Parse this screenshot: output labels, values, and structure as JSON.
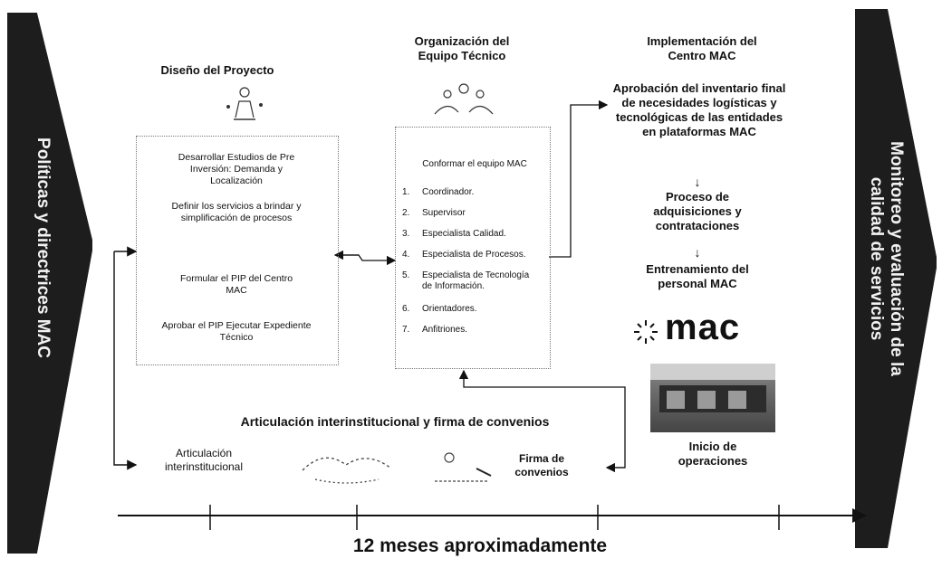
{
  "left_band": {
    "text": "Políticas y directrices MAC"
  },
  "right_band": {
    "text_lines": [
      "Monitoreo y evaluación de la",
      "calidad de servicios"
    ]
  },
  "diseno": {
    "title": "Diseño del Proyecto",
    "steps": [
      "Desarrollar Estudios de Pre Inversión: Demanda y Localización",
      "Definir los servicios a brindar y simplificación de procesos",
      "Formular el PIP del Centro MAC",
      "Aprobar el PIP Ejecutar Expediente Técnico"
    ]
  },
  "organizacion": {
    "title_lines": [
      "Organización del",
      "Equipo Técnico"
    ],
    "heading": "Conformar el equipo MAC",
    "items": [
      {
        "num": "1.",
        "text": "Coordinador."
      },
      {
        "num": "2.",
        "text": "Supervisor"
      },
      {
        "num": "3.",
        "text": "Especialista Calidad."
      },
      {
        "num": "4.",
        "text": "Especialista de Procesos."
      },
      {
        "num": "5.",
        "text": "Especialista de Tecnología de Información."
      },
      {
        "num": "6.",
        "text": "Orientadores."
      },
      {
        "num": "7.",
        "text": "Anfitriones."
      }
    ]
  },
  "implementacion": {
    "title_lines": [
      "Implementación del",
      "Centro MAC"
    ],
    "steps": [
      "Aprobación del inventario final de necesidades logísticas y tecnológicas de las entidades en plataformas MAC",
      "Proceso de adquisiciones y contrataciones",
      "Entrenamiento del personal MAC"
    ],
    "logo_text": "mac",
    "inicio_lines": [
      "Inicio de",
      "operaciones"
    ]
  },
  "articulacion": {
    "title": "Articulación interinstitucional y firma de convenios",
    "left_lines": [
      "Articulación",
      "interinstitucional"
    ],
    "right_lines": [
      "Firma de",
      "convenios"
    ]
  },
  "timeline": {
    "label": "12 meses aproximadamente"
  },
  "colors": {
    "band": "#1d1d1d",
    "band_text": "#f2f2f2",
    "line": "#111111"
  }
}
